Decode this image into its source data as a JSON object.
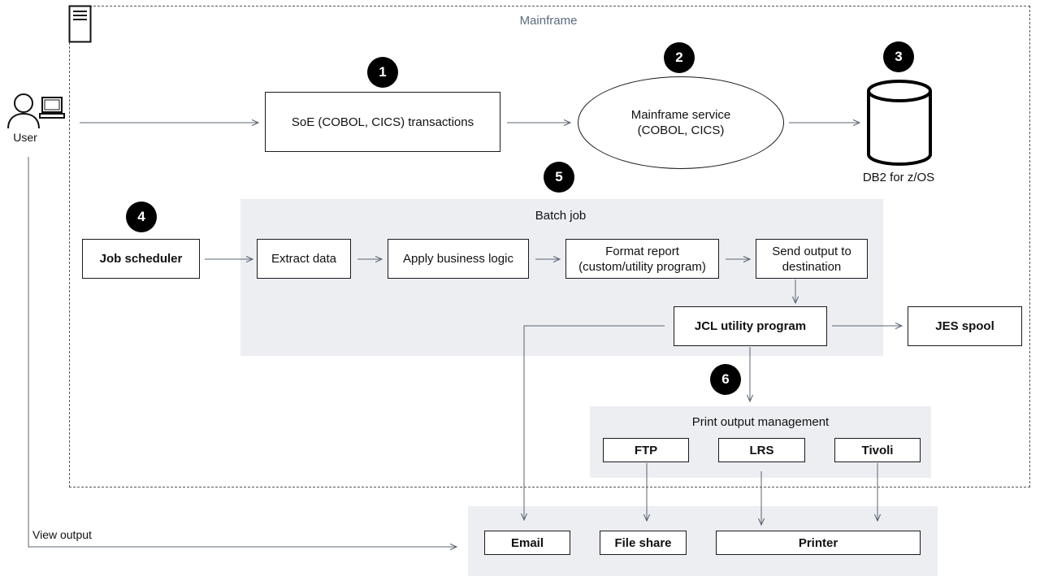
{
  "mainframe": {
    "title": "Mainframe",
    "icon": "server-icon"
  },
  "user": {
    "label": "User",
    "icons": [
      "user-icon",
      "laptop-icon"
    ]
  },
  "badges": [
    "1",
    "2",
    "3",
    "4",
    "5",
    "6"
  ],
  "online": {
    "transactions": "SoE (COBOL, CICS) transactions",
    "service_line1": "Mainframe service",
    "service_line2": "(COBOL, CICS)",
    "database": "DB2 for z/OS"
  },
  "batch": {
    "title": "Batch job",
    "scheduler": "Job scheduler",
    "extract": "Extract data",
    "logic": "Apply business logic",
    "format_line1": "Format report",
    "format_line2": "(custom/utility  program)",
    "send_line1": "Send output to",
    "send_line2": "destination",
    "jcl": "JCL utility  program",
    "jes": "JES spool"
  },
  "print": {
    "title": "Print output  management",
    "ftp": "FTP",
    "lrs": "LRS",
    "tivoli": "Tivoli"
  },
  "destinations": {
    "email": "Email",
    "fileshare": "File share",
    "printer": "Printer"
  },
  "view_output": "View output",
  "colors": {
    "panel": "#eceef2",
    "arrow": "#5a6472",
    "mainframe_title": "#5b6b80",
    "border": "#1a1a1a"
  }
}
